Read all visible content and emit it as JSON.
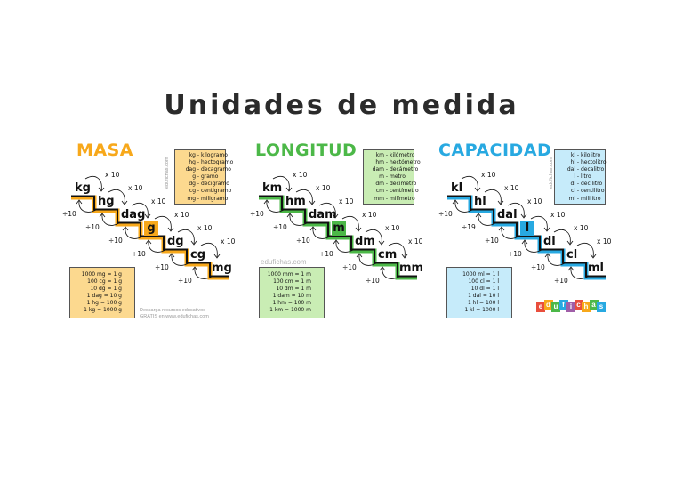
{
  "title": "Unidades de medida",
  "colors": {
    "masa": "#f7a81b",
    "longitud": "#4cb848",
    "capacidad": "#28a9e1",
    "masa_box": "#fcd98f",
    "longitud_box": "#c9edb4",
    "capacidad_box": "#c6ebfa"
  },
  "masa": {
    "heading": "MASA",
    "units": [
      "kg",
      "hg",
      "dag",
      "g",
      "dg",
      "cg",
      "mg"
    ],
    "mult": "x 10",
    "div": "÷10",
    "legend": [
      {
        "abbr": "kg",
        "name": "kilogramo"
      },
      {
        "abbr": "hg",
        "name": "hectogramo"
      },
      {
        "abbr": "dag",
        "name": "decagramo"
      },
      {
        "abbr": "g",
        "name": "gramo"
      },
      {
        "abbr": "dg",
        "name": "decigramo"
      },
      {
        "abbr": "cg",
        "name": "centigramo"
      },
      {
        "abbr": "mg",
        "name": "miligramo"
      }
    ],
    "equivalences": [
      "1000 mg = 1 g",
      "100 cg = 1 g",
      "10 dg = 1 g",
      "1 dag = 10 g",
      "1 hg = 100 g",
      "1 kg = 1000 g"
    ],
    "side_text": "edufichas.com",
    "note": [
      "Descarga recursos educativos",
      "GRATIS en www.edufichas.com"
    ]
  },
  "longitud": {
    "heading": "LONGITUD",
    "units": [
      "km",
      "hm",
      "dam",
      "m",
      "dm",
      "cm",
      "mm"
    ],
    "mult": "x 10",
    "div": "÷10",
    "legend": [
      {
        "abbr": "km",
        "name": "kilómetro"
      },
      {
        "abbr": "hm",
        "name": "hectómetro"
      },
      {
        "abbr": "dam",
        "name": "decámetro"
      },
      {
        "abbr": "m",
        "name": "metro"
      },
      {
        "abbr": "dm",
        "name": "decímetro"
      },
      {
        "abbr": "cm",
        "name": "centímetro"
      },
      {
        "abbr": "mm",
        "name": "milímetro"
      }
    ],
    "equivalences": [
      "1000 mm = 1 m",
      "100 cm = 1 m",
      "10 dm = 1 m",
      "1 dam = 10 m",
      "1 hm = 100 m",
      "1 km = 1000 m"
    ],
    "watermark": "edufichas.com"
  },
  "capacidad": {
    "heading": "CAPACIDAD",
    "units": [
      "kl",
      "hl",
      "dal",
      "l",
      "dl",
      "cl",
      "ml"
    ],
    "mult": "x 10",
    "div": "÷10",
    "div_alt": "÷19",
    "legend": [
      {
        "abbr": "kl",
        "name": "kilolitro"
      },
      {
        "abbr": "hl",
        "name": "hectolitro"
      },
      {
        "abbr": "dal",
        "name": "decalitro"
      },
      {
        "abbr": "l",
        "name": "litro"
      },
      {
        "abbr": "dl",
        "name": "decilitro"
      },
      {
        "abbr": "cl",
        "name": "centilitro"
      },
      {
        "abbr": "ml",
        "name": "mililitro"
      }
    ],
    "equivalences": [
      "1000 ml = 1 l",
      "100 cl = 1 l",
      "10 dl = 1 l",
      "1 dal = 10 l",
      "1 hl = 100 l",
      "1 kl = 1000 l"
    ],
    "side_text": "edufichas.com",
    "logo_letters": [
      "e",
      "d",
      "u",
      "f",
      "i",
      "c",
      "h",
      "a",
      "s"
    ]
  }
}
